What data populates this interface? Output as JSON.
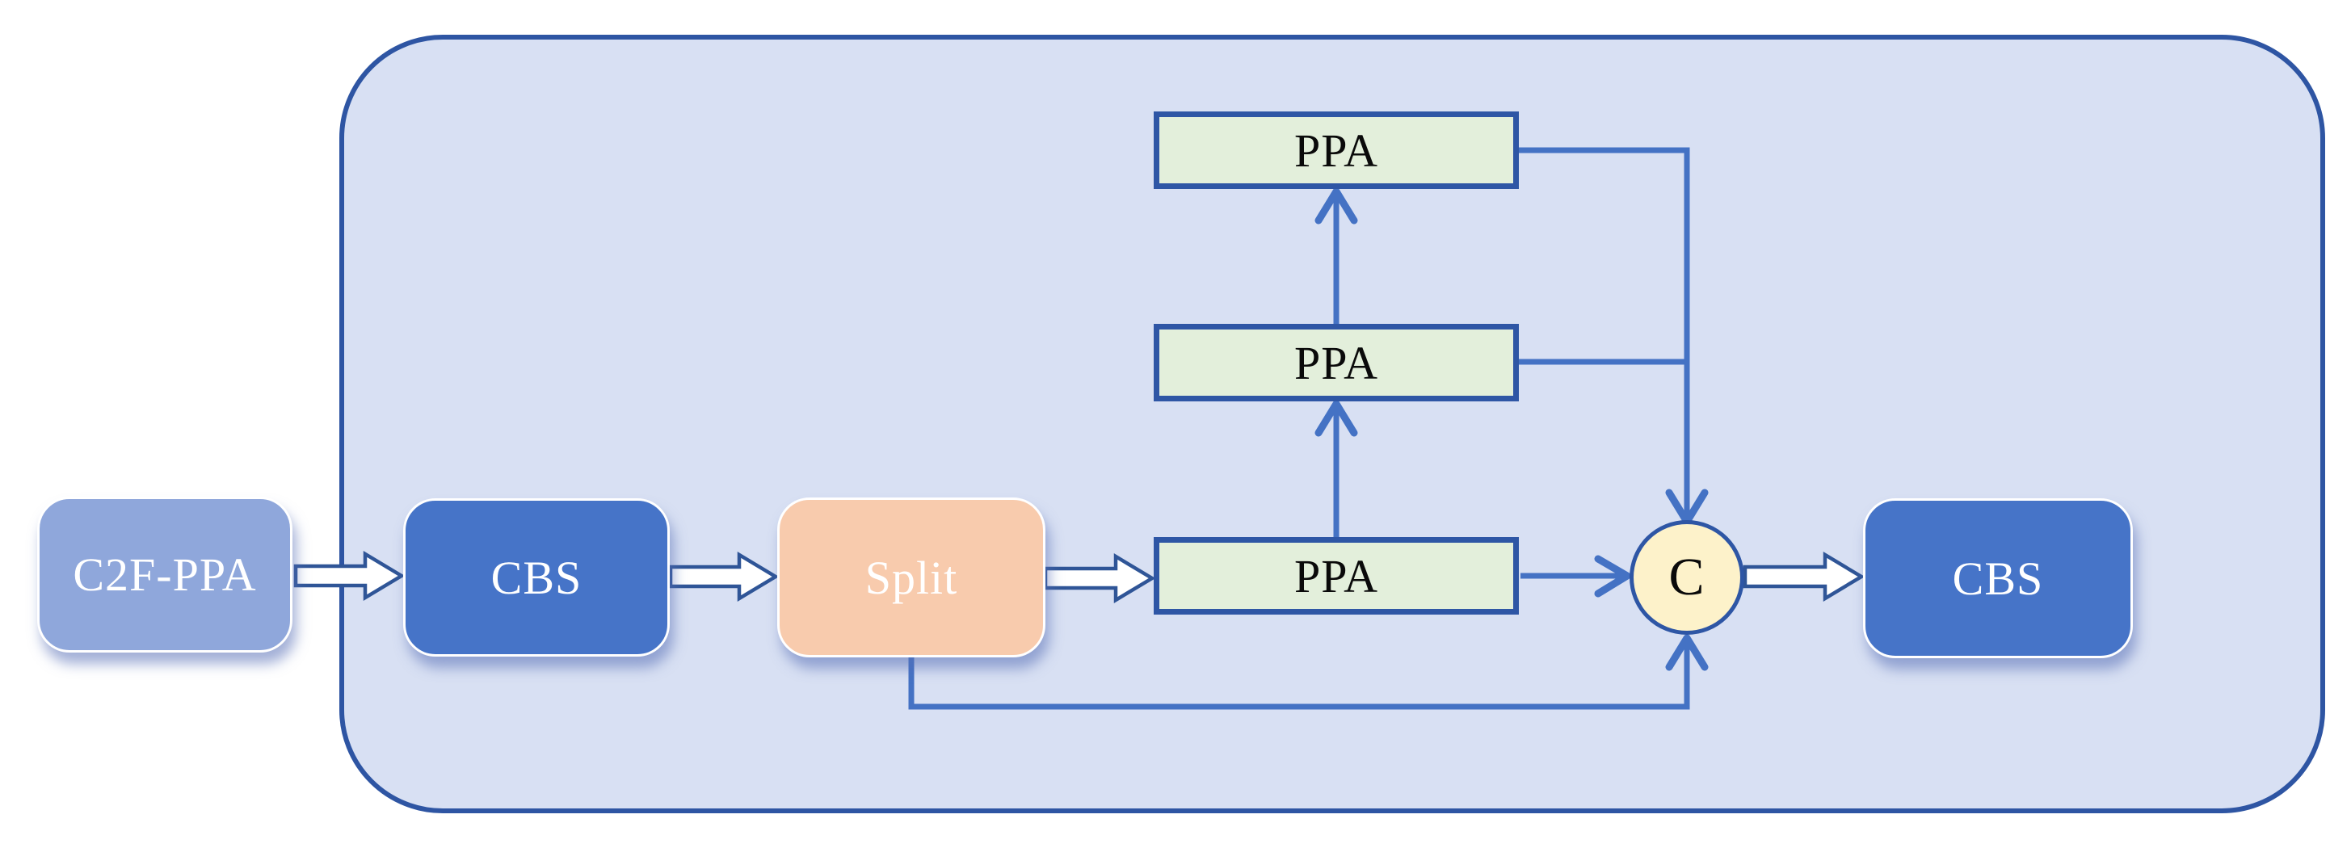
{
  "nodes": {
    "input": {
      "label": "C2F-PPA"
    },
    "cbs_in": {
      "label": "CBS"
    },
    "split": {
      "label": "Split"
    },
    "ppa_bottom": {
      "label": "PPA"
    },
    "ppa_middle": {
      "label": "PPA"
    },
    "ppa_top": {
      "label": "PPA"
    },
    "concat": {
      "label": "C"
    },
    "cbs_out": {
      "label": "CBS"
    }
  },
  "edges": [
    {
      "from": "C2F-PPA",
      "to": "CBS (inner)",
      "style": "white-block-arrow"
    },
    {
      "from": "CBS (inner)",
      "to": "Split",
      "style": "white-block-arrow"
    },
    {
      "from": "Split",
      "to": "PPA (bottom)",
      "style": "white-block-arrow"
    },
    {
      "from": "PPA (bottom)",
      "to": "PPA (middle)",
      "style": "thin-arrow-up"
    },
    {
      "from": "PPA (middle)",
      "to": "PPA (top)",
      "style": "thin-arrow-up"
    },
    {
      "from": "PPA (top)",
      "to": "C",
      "style": "thin-arrow, right then down into top of C"
    },
    {
      "from": "PPA (middle)",
      "to": "C",
      "style": "thin-arrow, joins vertical bus to C"
    },
    {
      "from": "PPA (bottom)",
      "to": "C",
      "style": "thin-arrow into left of C"
    },
    {
      "from": "Split",
      "to": "C",
      "style": "thin-arrow bypass, down-right-up into bottom of C"
    },
    {
      "from": "C",
      "to": "CBS (outer)",
      "style": "white-block-arrow"
    }
  ],
  "colors": {
    "canvas-bg": "#ffffff",
    "container-fill": "#d8e0f3",
    "container-border": "#2e55a3",
    "connector": "#4472c4",
    "input-fill": "#8fa7db",
    "cbs-fill": "#4674c8",
    "split-fill": "#f8cbad",
    "ppa-fill": "#e3efdb",
    "ppa-border": "#2e56a5",
    "concat-fill": "#fdf2ca",
    "concat-border": "#2e56a5",
    "blockarrow-fill": "#ffffff",
    "blockarrow-border": "#2f5597",
    "label-light": "#ffffff",
    "label-dark": "#0a0a0a"
  }
}
